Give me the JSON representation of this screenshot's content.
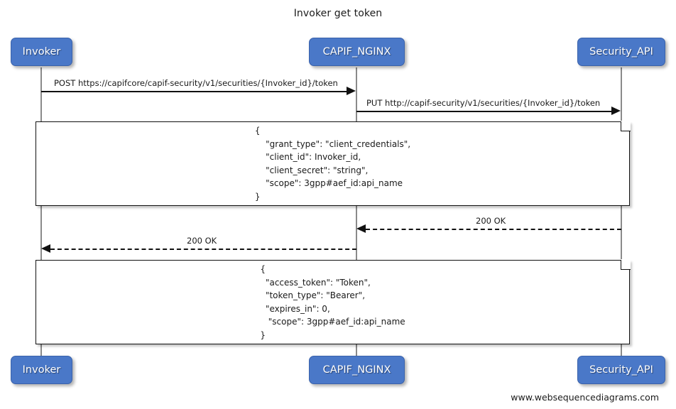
{
  "title": "Invoker get token",
  "footer": "www.websequencediagrams.com",
  "colors": {
    "participant_fill": "#4a78c8",
    "participant_border": "#3a62ab",
    "participant_text": "#ffffff",
    "lifeline": "#8a8a8a",
    "arrow": "#111111",
    "note_fill": "#ffffff",
    "note_border": "#111111",
    "background": "#ffffff"
  },
  "participants": [
    {
      "name": "Invoker",
      "label": "Invoker"
    },
    {
      "name": "CAPIF_NGINX",
      "label": "CAPIF_NGINX"
    },
    {
      "name": "Security_API",
      "label": "Security_API"
    }
  ],
  "messages": [
    {
      "label": "POST https://capifcore/capif-security/v1/securities/{Invoker_id}/token",
      "from": "Invoker",
      "to": "CAPIF_NGINX",
      "direction": "right",
      "style": "solid"
    },
    {
      "label": "PUT http://capif-security/v1/securities/{Invoker_id}/token",
      "from": "CAPIF_NGINX",
      "to": "Security_API",
      "direction": "right",
      "style": "solid"
    },
    {
      "label": "200 OK",
      "from": "Security_API",
      "to": "CAPIF_NGINX",
      "direction": "left",
      "style": "dashed"
    },
    {
      "label": "200 OK",
      "from": "CAPIF_NGINX",
      "to": "Invoker",
      "direction": "left",
      "style": "dashed"
    }
  ],
  "notes": [
    {
      "name": "request-body-note",
      "text": "{\n    \"grant_type\": \"client_credentials\",\n    \"client_id\": Invoker_id,\n    \"client_secret\": \"string\",\n    \"scope\": 3gpp#aef_id:api_name\n}"
    },
    {
      "name": "response-body-note",
      "text": "{\n  \"access_token\": \"Token\",\n  \"token_type\": \"Bearer\",\n  \"expires_in\": 0,\n   \"scope\": 3gpp#aef_id:api_name\n}"
    }
  ]
}
